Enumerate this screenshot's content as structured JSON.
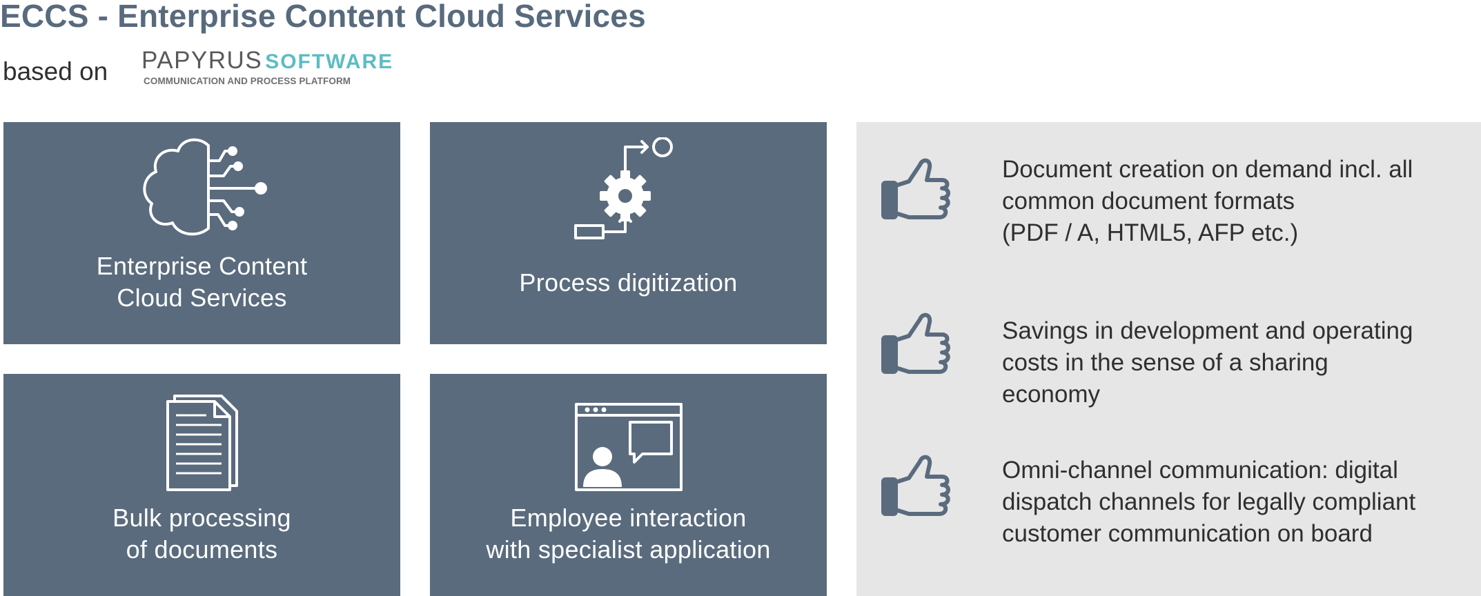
{
  "header": {
    "title": "ECCS - Enterprise Content Cloud Services",
    "based_on": "based on"
  },
  "logo": {
    "brand_primary": "PAPYRUS",
    "brand_secondary": "SOFTWARE",
    "tagline": "COMMUNICATION AND PROCESS PLATFORM"
  },
  "tiles": [
    {
      "label": "Enterprise Content\nCloud Services",
      "icon": "cloud-circuit-icon"
    },
    {
      "label": "Process digitization",
      "icon": "gear-process-icon"
    },
    {
      "label": "Bulk processing\nof documents",
      "icon": "document-stack-icon"
    },
    {
      "label": "Employee interaction\nwith specialist application",
      "icon": "video-chat-window-icon"
    }
  ],
  "benefits": [
    {
      "text": "Document creation on demand incl. all\ncommon document formats\n(PDF / A, HTML5, AFP etc.)",
      "icon": "thumbs-up-icon"
    },
    {
      "text": "Savings in development and operating\ncosts in the sense of a sharing\neconomy",
      "icon": "thumbs-up-icon"
    },
    {
      "text": "Omni-channel communication: digital\ndispatch channels for legally compliant\ncustomer communication on board",
      "icon": "thumbs-up-icon"
    }
  ],
  "colors": {
    "title": "#586a7d",
    "tile_background": "#5a6b7d",
    "panel_background": "#e6e6e6",
    "thumb_icon": "#5a6b7d",
    "logo_gray": "#58595b",
    "logo_teal": "#5cbcc5"
  }
}
